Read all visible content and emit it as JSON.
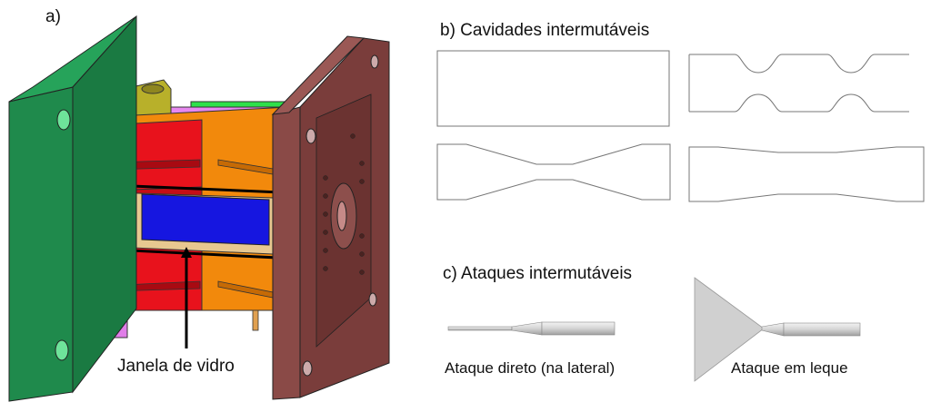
{
  "panel_a": {
    "label": "a)",
    "callout": "Janela de vidro"
  },
  "panel_b": {
    "title": "b) Cavidades intermutáveis"
  },
  "panel_c": {
    "title": "c) Ataques intermutáveis",
    "gate_direct": "Ataque direto (na lateral)",
    "gate_fan": "Ataque em leque"
  },
  "colors": {
    "green_plate": "#1f8a4c",
    "red_block": "#e8121c",
    "orange_block": "#f2890c",
    "blue_window": "#1616e0",
    "brown_plate": "#7a3d3b",
    "pink_part": "#e07ee8",
    "olive_part": "#b8b02a"
  }
}
